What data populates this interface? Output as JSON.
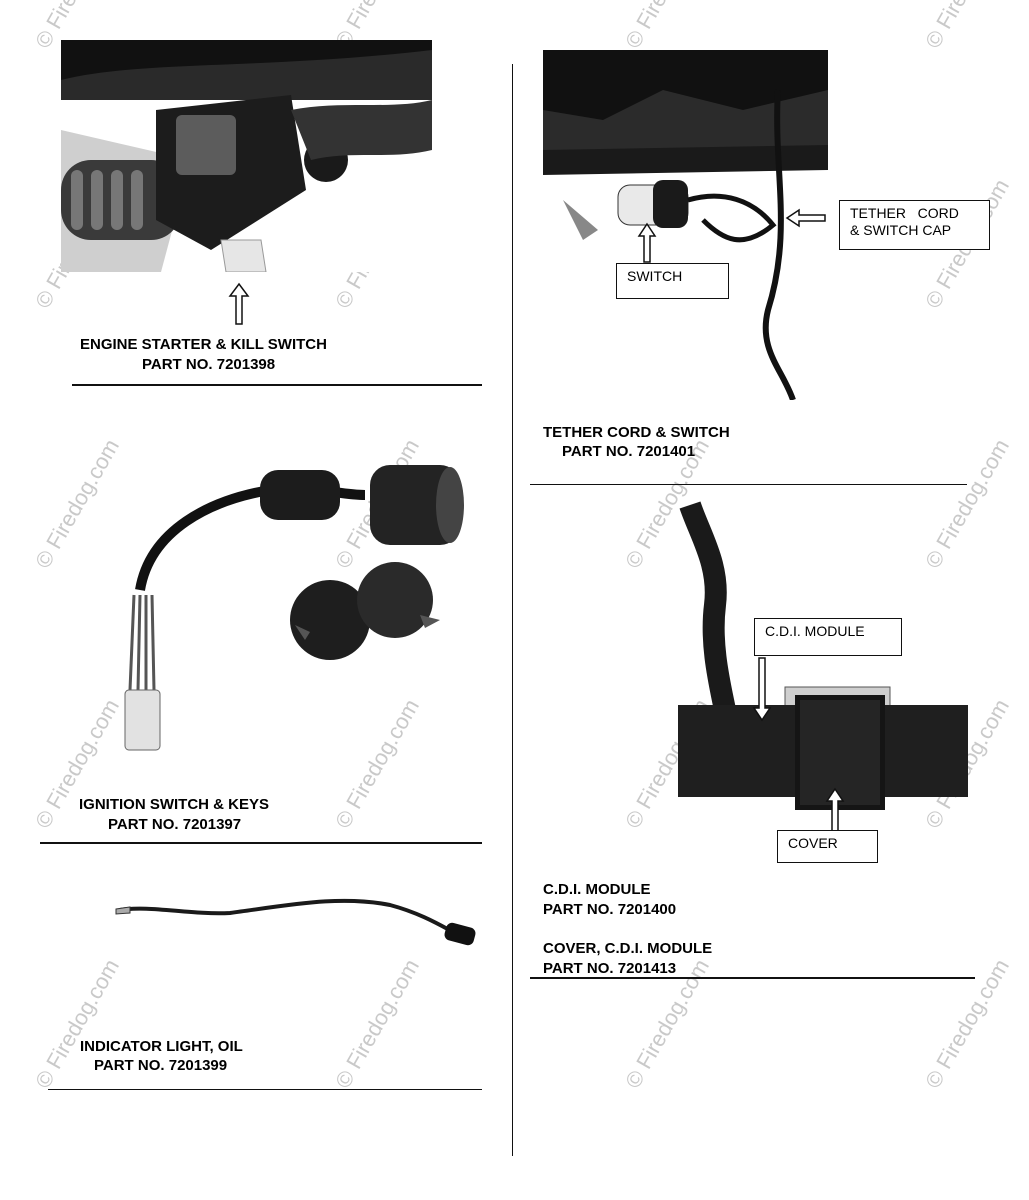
{
  "watermark": "© Firedog.com",
  "parts": {
    "starter": {
      "title": "ENGINE STARTER & KILL SWITCH",
      "part": "PART NO. 7201398"
    },
    "ignition": {
      "title": "IGNITION SWITCH & KEYS",
      "part": "PART NO. 7201397"
    },
    "indicator": {
      "title": "INDICATOR LIGHT, OIL",
      "part": "PART NO. 7201399"
    },
    "tether": {
      "title": "TETHER CORD & SWITCH",
      "part": "PART NO. 7201401"
    },
    "cdi": {
      "title": "C.D.I. MODULE",
      "part": "PART NO. 7201400"
    },
    "cover": {
      "title": "COVER, C.D.I. MODULE",
      "part": "PART NO. 7201413"
    }
  },
  "callouts": {
    "switch": "SWITCH",
    "tether_cap": "TETHER   CORD\n& SWITCH CAP",
    "cdi_module": "C.D.I. MODULE",
    "cover": "COVER"
  },
  "colors": {
    "ink": "#111111",
    "watermark": "#c9c9c9"
  }
}
